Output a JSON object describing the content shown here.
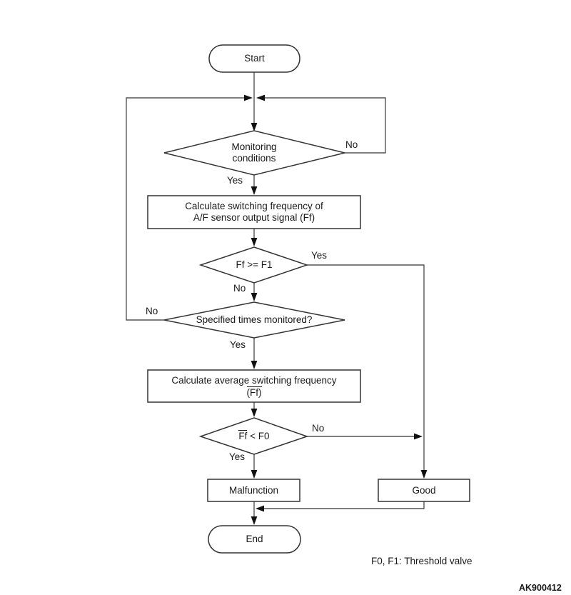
{
  "nodes": {
    "start": {
      "label": "Start"
    },
    "monitoring_conditions": {
      "line1": "Monitoring",
      "line2": "conditions"
    },
    "calc_switching_freq": {
      "line1": "Calculate switching frequency of",
      "line2": "A/F sensor output signal (Ff)"
    },
    "ff_ge_f1": {
      "label": "Ff >= F1"
    },
    "specified_times": {
      "label": "Specified times monitored?"
    },
    "calc_avg_freq": {
      "line1": "Calculate average switching frequency",
      "line2_overlined": "(Ff)"
    },
    "ff_lt_f0": {
      "overlined": "Ff",
      "rest": " < F0"
    },
    "malfunction": {
      "label": "Malfunction"
    },
    "good": {
      "label": "Good"
    },
    "end": {
      "label": "End"
    }
  },
  "edge_labels": {
    "monitoring_no": "No",
    "monitoring_yes": "Yes",
    "ff_ge_f1_yes": "Yes",
    "ff_ge_f1_no": "No",
    "specified_no": "No",
    "specified_yes": "Yes",
    "ff_lt_f0_no": "No",
    "ff_lt_f0_yes": "Yes"
  },
  "footer": {
    "legend": "F0, F1: Threshold valve",
    "figure_code": "AK900412"
  },
  "colors": {
    "connector": "#555555",
    "shape_outline": "#333333",
    "arrowhead": "#111111",
    "text": "#1a1a1a",
    "background": "#ffffff"
  }
}
